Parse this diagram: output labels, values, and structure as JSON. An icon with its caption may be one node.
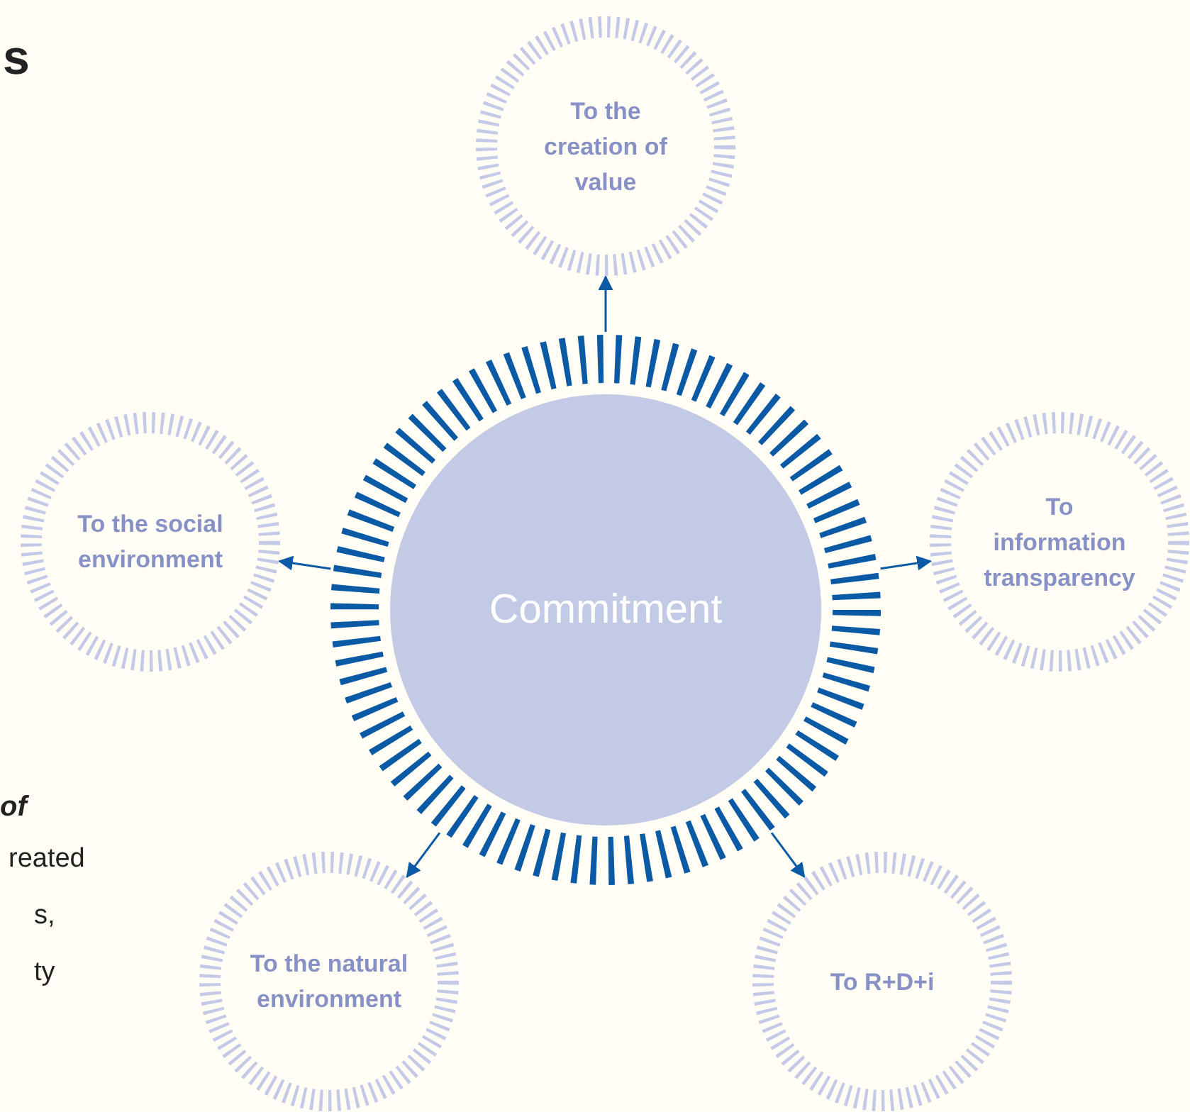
{
  "diagram": {
    "nodes": [
      {
        "text": [
          "Commitment"
        ]
      },
      {
        "text": [
          "To the creation of value"
        ]
      },
      {
        "text": [
          "To information transparency"
        ]
      },
      {
        "text": [
          "To R+D+i"
        ]
      },
      {
        "text": [
          "To the natural environment"
        ]
      },
      {
        "text": [
          "To the social environment"
        ]
      }
    ],
    "edges": [
      {
        "from": 0,
        "to": 1,
        "arrow": "to"
      },
      {
        "from": 0,
        "to": 2,
        "arrow": "to"
      },
      {
        "from": 0,
        "to": 3,
        "arrow": "to"
      },
      {
        "from": 0,
        "to": 4,
        "arrow": "to"
      },
      {
        "from": 0,
        "to": 5,
        "arrow": "to"
      }
    ],
    "labels": [
      "s",
      "of",
      "reated",
      "s,",
      "ty"
    ]
  }
}
